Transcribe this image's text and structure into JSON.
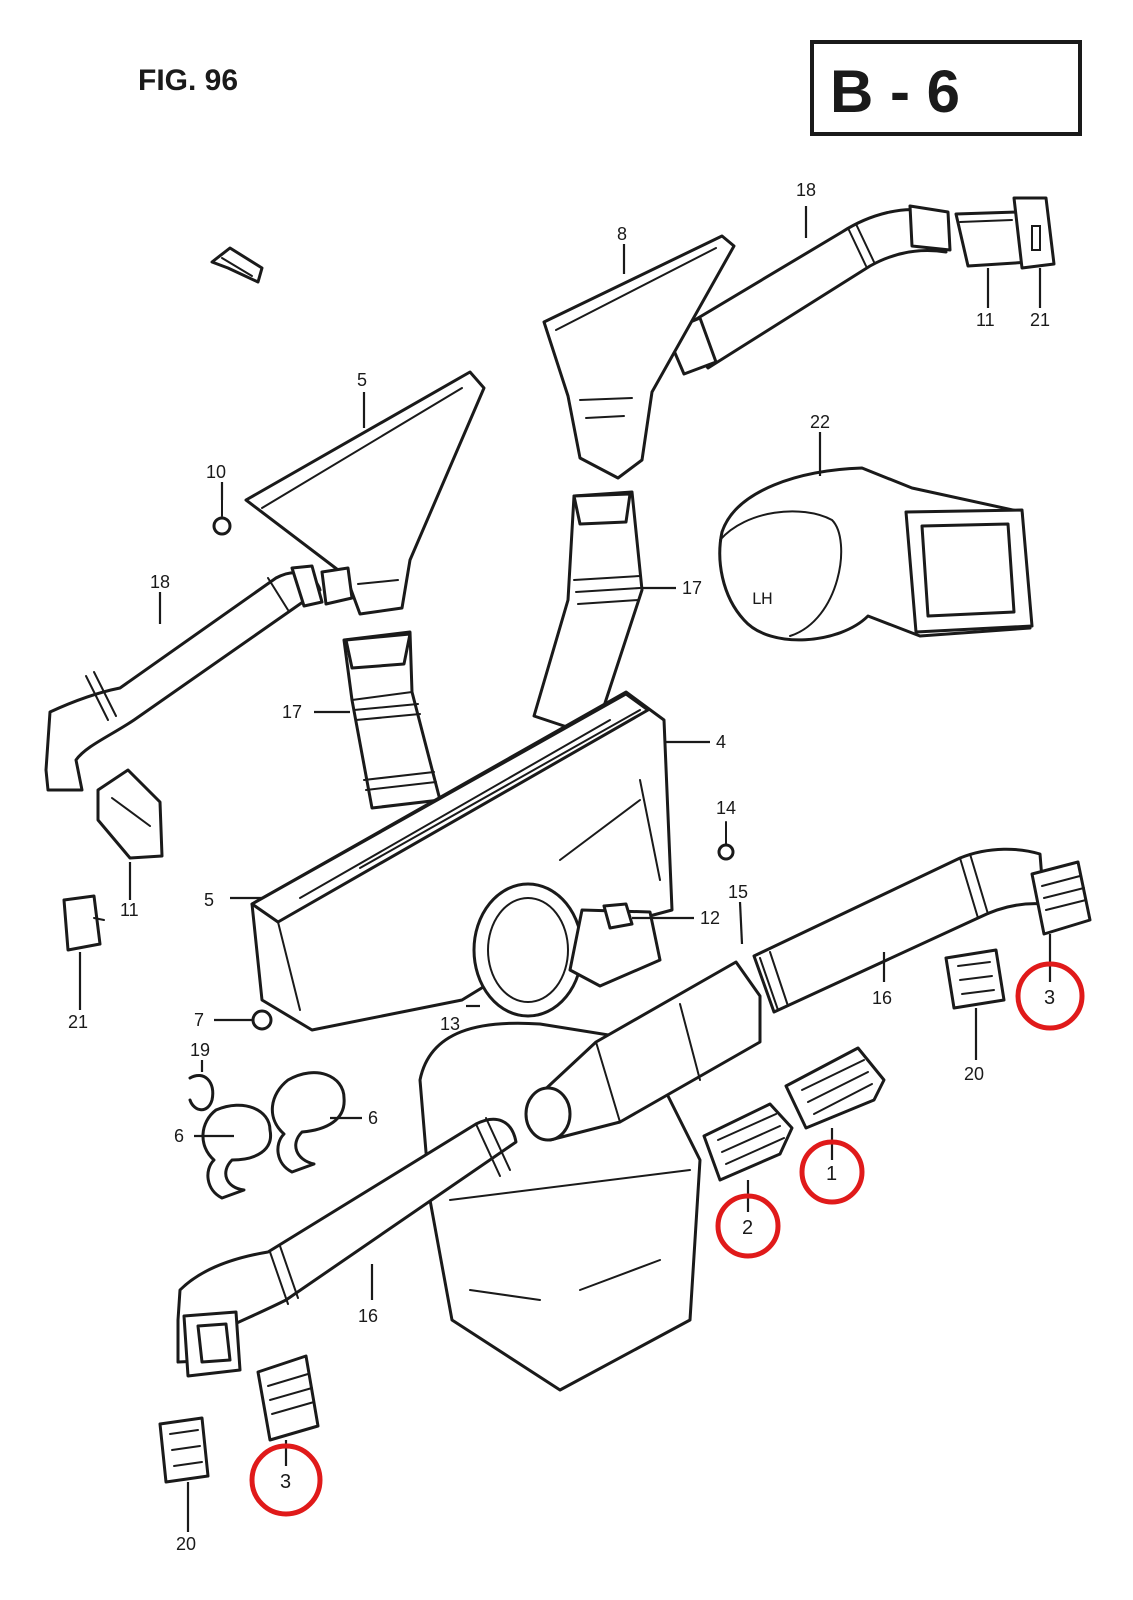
{
  "figure": {
    "title": "FIG. 96",
    "code": "B - 6",
    "lh_marking": "LH"
  },
  "highlight_color": "#e01a1a",
  "part_numbers": {
    "p1": "1",
    "p2": "2",
    "p3a": "3",
    "p3b": "3",
    "p4": "4",
    "p5a": "5",
    "p5b": "5",
    "p6a": "6",
    "p6b": "6",
    "p7": "7",
    "p8": "8",
    "p10": "10",
    "p11a": "11",
    "p11b": "11",
    "p12": "12",
    "p13": "13",
    "p14": "14",
    "p15": "15",
    "p16a": "16",
    "p16b": "16",
    "p17a": "17",
    "p17b": "17",
    "p18a": "18",
    "p18b": "18",
    "p19": "19",
    "p20a": "20",
    "p20b": "20",
    "p21a": "21",
    "p21b": "21",
    "p22": "22"
  },
  "highlighted_parts": [
    "1",
    "2",
    "3",
    "3"
  ]
}
